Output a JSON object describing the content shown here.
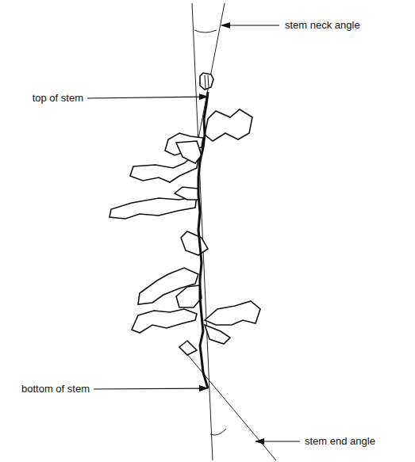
{
  "diagram": {
    "labels": [
      "stem neck angle",
      "top of stem",
      "bottom of stem",
      "stem end angle"
    ]
  }
}
